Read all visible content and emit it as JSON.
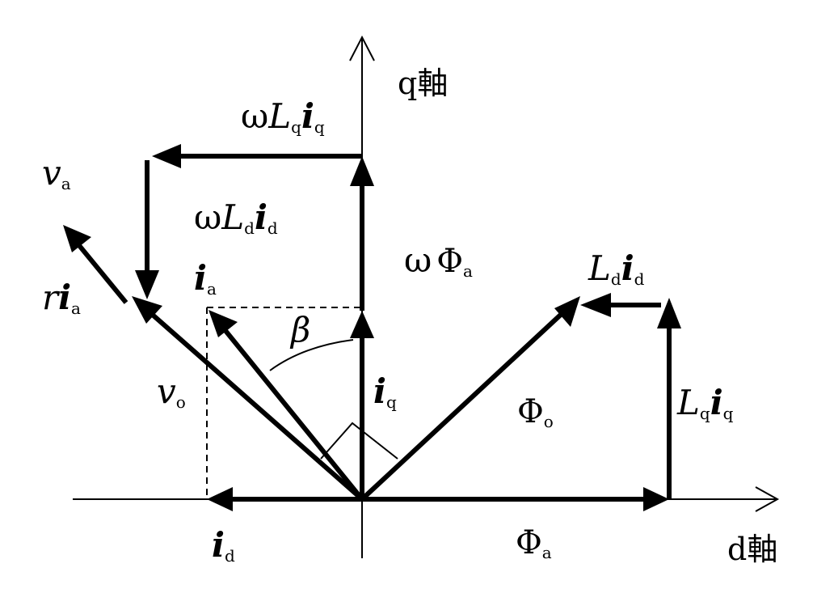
{
  "axes": {
    "q_label": "q軸",
    "d_label": "d軸"
  },
  "labels": {
    "omega_Lq_iq": {
      "omega": "ω",
      "L": "L",
      "L_sub": "q",
      "i": "i",
      "i_sub": "q"
    },
    "omega_Ld_id": {
      "omega": "ω",
      "L": "L",
      "L_sub": "d",
      "i": "i",
      "i_sub": "d"
    },
    "va": {
      "main": "v",
      "sub": "a"
    },
    "ri_a": {
      "r": "r",
      "i": "i",
      "sub": "a"
    },
    "ia": {
      "main": "i",
      "sub": "a"
    },
    "beta": "β",
    "omega_Phi_a": {
      "omega": "ω",
      "phi": "Φ",
      "sub": "a"
    },
    "vo": {
      "main": "v",
      "sub": "o"
    },
    "iq": {
      "main": "i",
      "sub": "q"
    },
    "Phi_o": {
      "phi": "Φ",
      "sub": "o"
    },
    "Ld_id": {
      "L": "L",
      "L_sub": "d",
      "i": "i",
      "i_sub": "d"
    },
    "Lq_iq": {
      "L": "L",
      "L_sub": "q",
      "i": "i",
      "i_sub": "q"
    },
    "id": {
      "main": "i",
      "sub": "d"
    },
    "Phi_a": {
      "phi": "Φ",
      "sub": "a"
    }
  },
  "colors": {
    "line": "#000000",
    "background": "#ffffff"
  }
}
